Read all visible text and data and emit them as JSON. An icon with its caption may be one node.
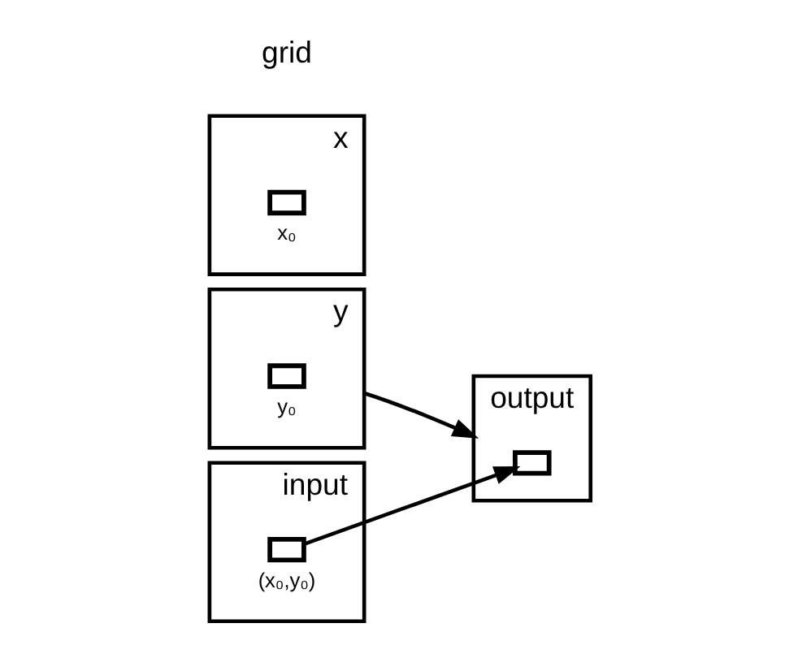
{
  "diagram": {
    "nodes": [
      {
        "text": [
          "y"
        ]
      },
      {
        "text": [],
        "shape": "box",
        "in": 0,
        "beside": [
          "y₀"
        ]
      },
      {
        "text": [
          "x"
        ]
      },
      {
        "text": [],
        "shape": "box",
        "in": 2,
        "beside": [
          "x₀"
        ]
      },
      {
        "text": [
          "output"
        ]
      },
      {
        "text": [],
        "shape": "box",
        "in": 4
      },
      {
        "text": [
          "input"
        ]
      },
      {
        "text": [],
        "shape": "box",
        "in": 6,
        "beside": [
          "(x₀,y₀)"
        ]
      }
    ],
    "edges": [
      {
        "from": 0,
        "to": 4,
        "arrow": "to"
      },
      {
        "from": 7,
        "to": 5,
        "arrow": "to"
      }
    ],
    "labels": [
      "grid"
    ]
  }
}
